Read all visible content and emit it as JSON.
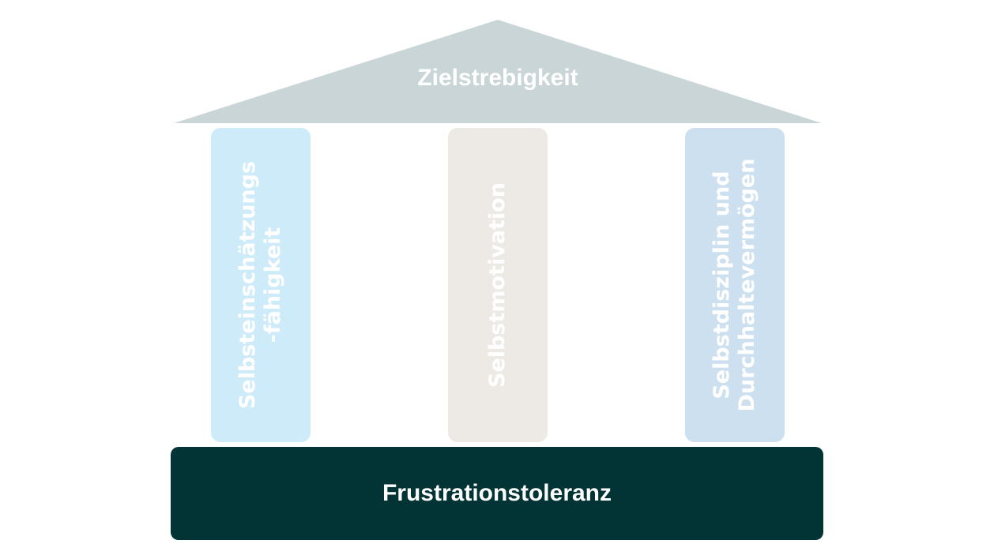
{
  "roof": {
    "label": "Zielstrebigkeit",
    "color": "#cad5d8"
  },
  "pillars": [
    {
      "line1": "Selbsteinschätzungs",
      "line2": "-fähigkeit",
      "color": "#cdebf8"
    },
    {
      "line1": "Selbstmotivation",
      "color": "#ede9e4"
    },
    {
      "line1": "Selbstdisziplin und",
      "line2": "Durchhaltevermögen",
      "color": "#cde0f0"
    }
  ],
  "base": {
    "label": "Frustrationstoleranz",
    "color": "#023436"
  }
}
